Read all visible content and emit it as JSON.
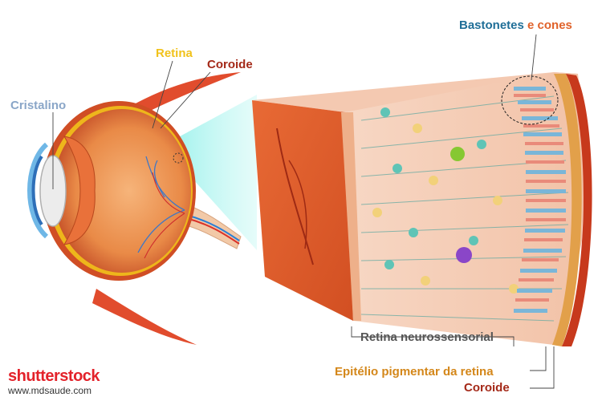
{
  "labels": {
    "cristalino": "Cristalino",
    "retina": "Retina",
    "coroide_top": "Coroide",
    "bastonetes_part1": "Bastonetes",
    "bastonetes_part2": "e cones",
    "retina_neuro": "Retina neurossensorial",
    "epitelio": "Epitélio pigmentar da retina",
    "coroide_bottom": "Coroide"
  },
  "watermark": {
    "logo": "shutterstock",
    "url": "www.mdsaude.com"
  },
  "colors": {
    "cristalino": "#8aa6c8",
    "retina": "#f1c21b",
    "coroide": "#a42918",
    "bastonetes": "#1f6e97",
    "cones": "#e0622a",
    "neuro": "#555555",
    "epitelio": "#d4871a"
  }
}
